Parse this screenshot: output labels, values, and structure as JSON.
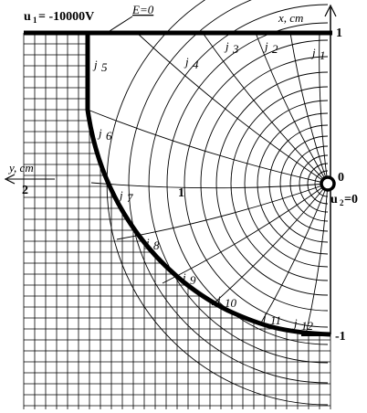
{
  "header": {
    "u1_symbol": "u",
    "u1_sub": "1",
    "u1_value": " = -10000V",
    "e_label": "E=0"
  },
  "axes": {
    "x_label": "x, cm",
    "y_label": "y, cm",
    "x_marker": "1",
    "y_marker": "2",
    "right_top": "1",
    "right_zero": "0",
    "right_bottom": "-1",
    "center_one": "1"
  },
  "electrode2": {
    "symbol": "u",
    "sub": "2",
    "value": "=0"
  },
  "field_lines": [
    {
      "j": "j",
      "k": "1"
    },
    {
      "j": "j",
      "k": "2"
    },
    {
      "j": "j",
      "k": "3"
    },
    {
      "j": "j",
      "k": "4"
    },
    {
      "j": "j",
      "k": "5"
    },
    {
      "j": "j",
      "k": "6"
    },
    {
      "j": "j",
      "k": "7"
    },
    {
      "j": "j",
      "k": "8"
    },
    {
      "j": "j",
      "k": "9"
    },
    {
      "j": "j",
      "k": "10"
    },
    {
      "j": "j",
      "k": "11"
    },
    {
      "j": "j",
      "k": "12"
    }
  ]
}
